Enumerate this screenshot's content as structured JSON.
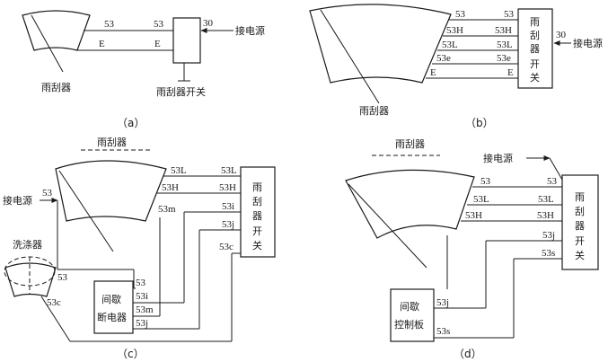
{
  "panels": {
    "a": {
      "caption": "（a）",
      "wiper_label": "雨刮器",
      "switch_label": "雨刮器开关",
      "power_label": "接电源",
      "pin_30": "30",
      "wire_53_left": "53",
      "wire_53_right": "53",
      "wire_e_left": "E",
      "wire_e_right": "E"
    },
    "b": {
      "caption": "（b）",
      "wiper_label": "雨刮器",
      "switch_label": [
        "雨",
        "刮",
        "器",
        "开",
        "关"
      ],
      "power_label": "接电源",
      "pin_30": "30",
      "wires": [
        {
          "left": "53",
          "right": "53"
        },
        {
          "left": "53H",
          "right": "53H"
        },
        {
          "left": "53L",
          "right": "53L"
        },
        {
          "left": "53e",
          "right": "53e"
        },
        {
          "left": "E",
          "right": "E"
        }
      ]
    },
    "c": {
      "caption": "（c）",
      "wiper_label": "雨刮器",
      "washer_label": "洗涤器",
      "switch_label": [
        "雨",
        "刮",
        "器",
        "开",
        "关"
      ],
      "power_label": "接电源",
      "relay_label": [
        "间歇",
        "断电器"
      ],
      "motor_53": "53",
      "motor_53L": "53L",
      "motor_53H": "53H",
      "motor_53m": "53m",
      "switch_53L": "53L",
      "switch_53H": "53H",
      "switch_53i": "53i",
      "switch_53j": "53j",
      "switch_53c": "53c",
      "washer_53": "53",
      "washer_53c": "53c",
      "relay_53": "53",
      "relay_53i": "53i",
      "relay_53m": "53m",
      "relay_53j": "53j"
    },
    "d": {
      "caption": "（d）",
      "wiper_label": "雨刮器",
      "switch_label": [
        "雨",
        "刮",
        "器",
        "开",
        "关"
      ],
      "power_label": "接电源",
      "board_label": [
        "间歇",
        "控制板"
      ],
      "motor_53": "53",
      "motor_53L": "53L",
      "motor_53H": "53H",
      "switch_53": "53",
      "switch_53L": "53L",
      "switch_53H": "53H",
      "switch_53j": "53j",
      "switch_53s": "53s",
      "board_53j": "53j",
      "board_53s": "53s"
    }
  }
}
